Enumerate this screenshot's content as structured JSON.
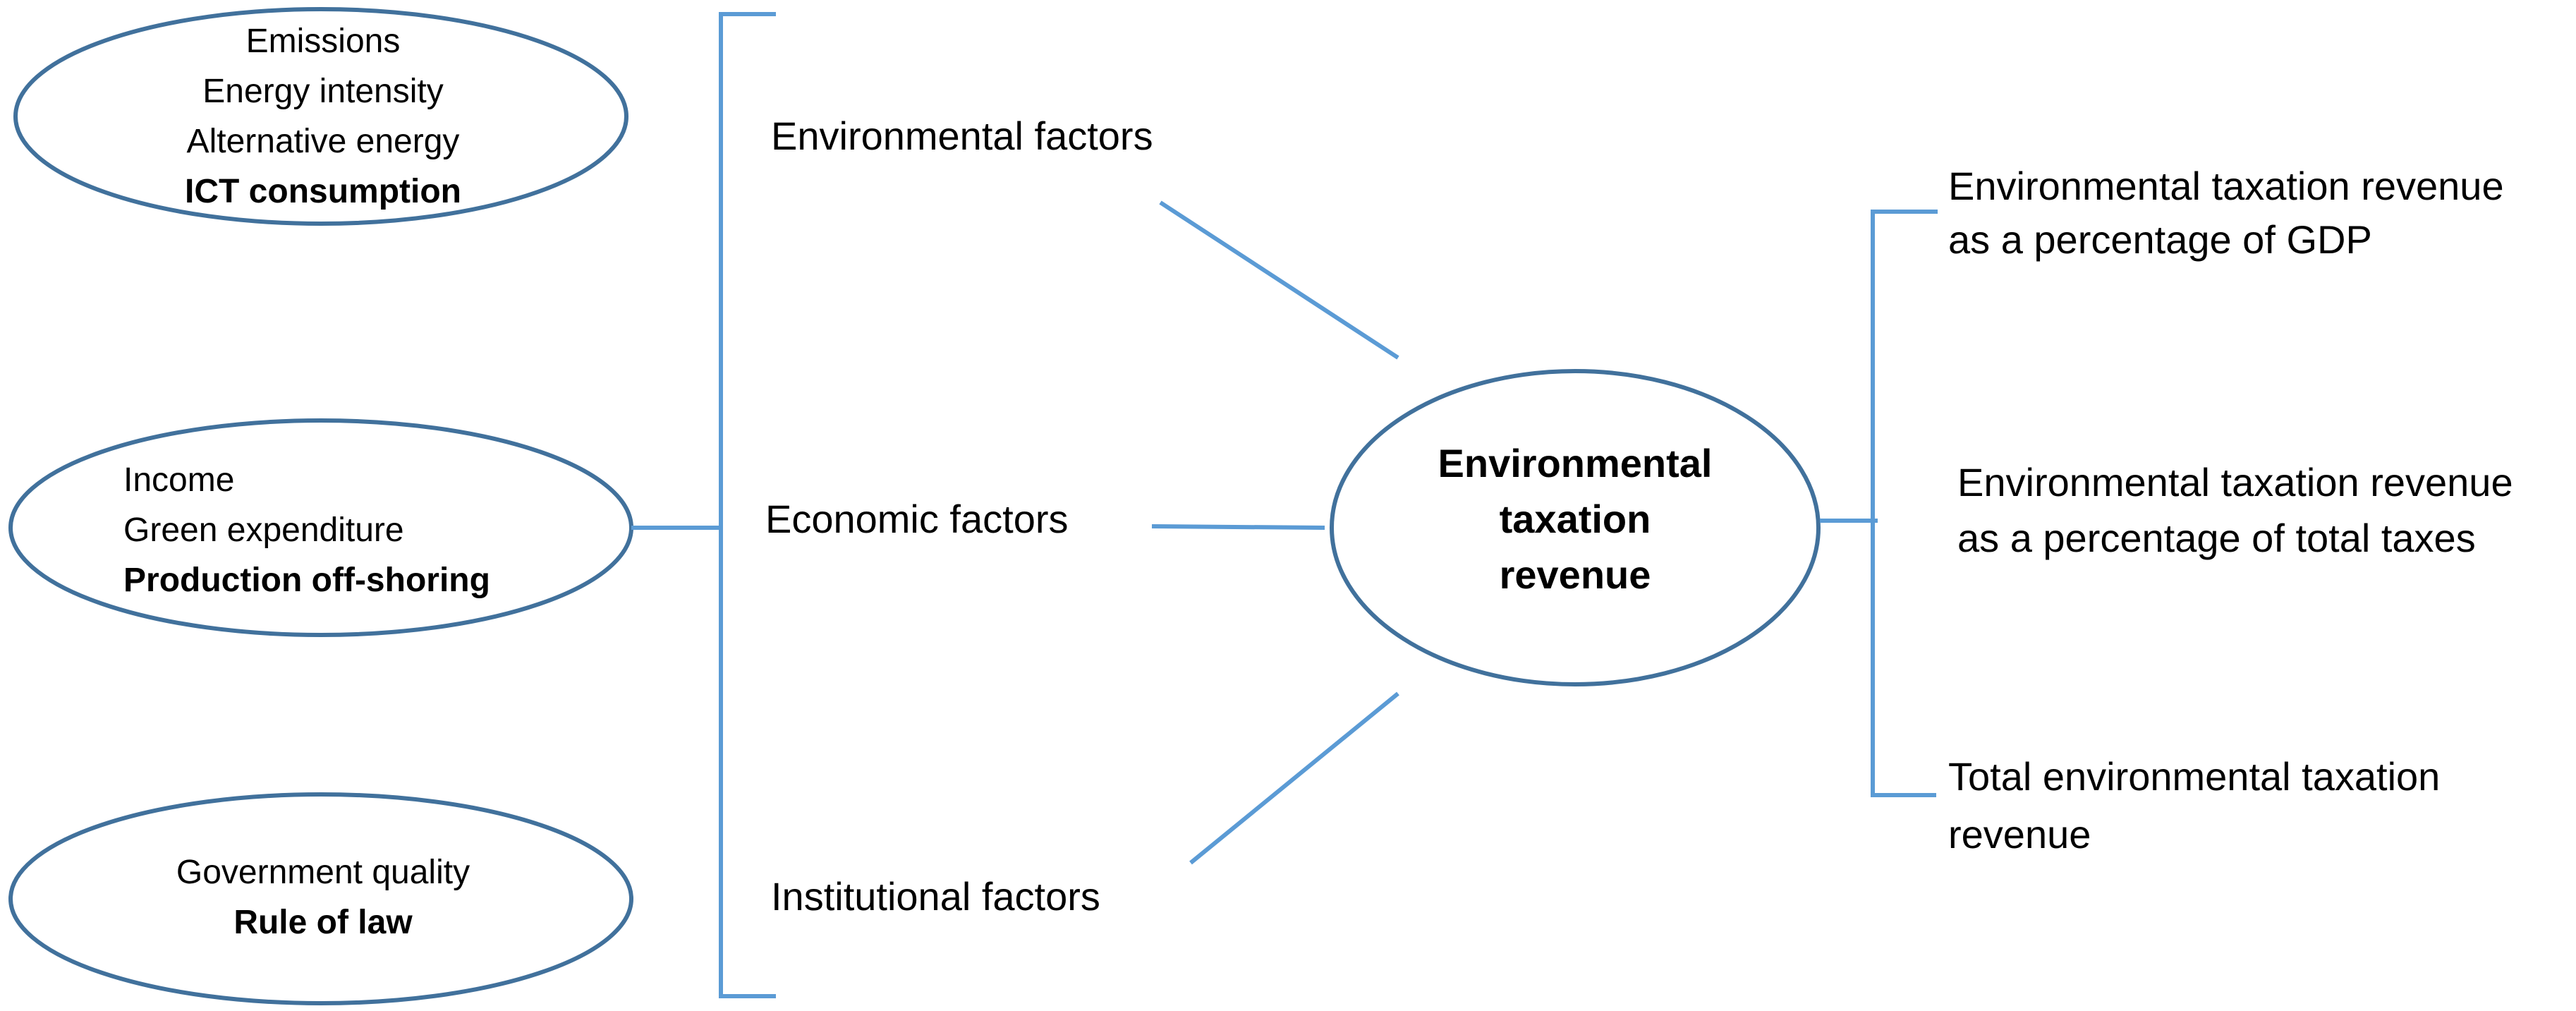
{
  "colors": {
    "ellipse_stroke": "#41719c",
    "connector": "#5b9bd5",
    "text": "#000000",
    "background": "#ffffff"
  },
  "left_groups": [
    {
      "id": "environmental",
      "lines": [
        {
          "text": "Emissions",
          "bold": false
        },
        {
          "text": "Energy intensity",
          "bold": false
        },
        {
          "text": "Alternative energy",
          "bold": false
        },
        {
          "text": "ICT consumption",
          "bold": true
        }
      ]
    },
    {
      "id": "economic",
      "lines": [
        {
          "text": "Income",
          "bold": false
        },
        {
          "text": "Green expenditure",
          "bold": false
        },
        {
          "text": "Production off-shoring",
          "bold": true
        }
      ]
    },
    {
      "id": "institutional",
      "lines": [
        {
          "text": "Government quality",
          "bold": false
        },
        {
          "text": "Rule of law",
          "bold": true
        }
      ]
    }
  ],
  "factor_labels": {
    "environmental": "Environmental factors",
    "economic": "Economic factors",
    "institutional": "Institutional factors"
  },
  "center": {
    "lines": [
      "Environmental",
      "taxation",
      "revenue"
    ]
  },
  "outcomes": [
    {
      "id": "pct-gdp",
      "lines": [
        "Environmental taxation revenue",
        "as a percentage of GDP"
      ]
    },
    {
      "id": "pct-total-taxes",
      "lines": [
        "Environmental taxation revenue",
        "as a percentage of total taxes"
      ]
    },
    {
      "id": "total",
      "lines": [
        "Total environmental taxation",
        "revenue"
      ]
    }
  ]
}
